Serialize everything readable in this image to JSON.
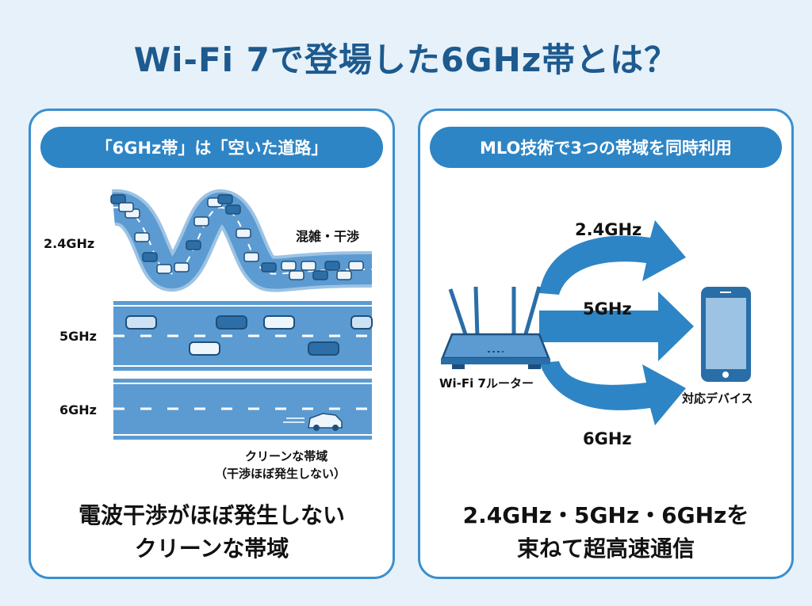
{
  "title": "Wi-Fi 7で登場した6GHz帯とは？",
  "colors": {
    "accent": "#2e85c5",
    "title": "#1d5a8e",
    "background": "#e6f1fa",
    "road": "#5b9bd1"
  },
  "left_panel": {
    "header": "「6GHz帯」は「空いた道路」",
    "bands": [
      "2.4GHz",
      "5GHz",
      "6GHz"
    ],
    "congestion_label": "混雑・干渉",
    "clean_label_line1": "クリーンな帯域",
    "clean_label_line2": "（干渉ほぼ発生しない）",
    "summary_line1": "電波干渉がほぼ発生しない",
    "summary_line2": "クリーンな帯域"
  },
  "right_panel": {
    "header": "MLO技術で3つの帯域を同時利用",
    "arrows": [
      "2.4GHz",
      "5GHz",
      "6GHz"
    ],
    "router_label": "Wi-Fi 7ルーター",
    "device_label": "対応デバイス",
    "summary_line1": "2.4GHz・5GHz・6GHzを",
    "summary_line2": "束ねて超高速通信"
  }
}
